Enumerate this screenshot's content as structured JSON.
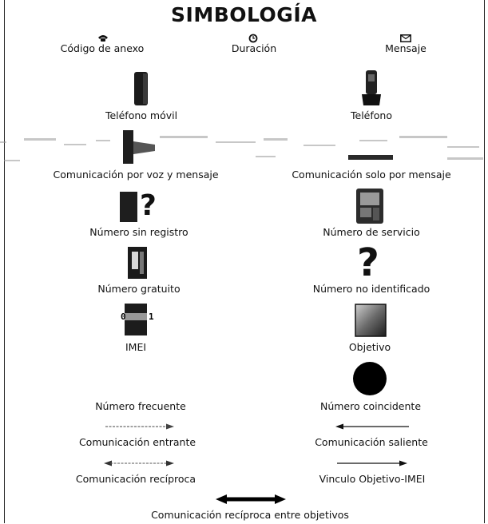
{
  "title": "SIMBOLOGÍA",
  "header_icons": {
    "anexo": {
      "label": "Código de anexo",
      "icon": "phone-receiver-icon"
    },
    "duracion": {
      "label": "Duración",
      "icon": "clock-icon"
    },
    "mensaje": {
      "label": "Mensaje",
      "icon": "envelope-icon"
    }
  },
  "items": {
    "telefono_movil": "Teléfono móvil",
    "telefono": "Teléfono",
    "voz_y_mensaje": "Comunicación por voz y mensaje",
    "solo_mensaje": "Comunicación solo por mensaje",
    "sin_registro": "Número sin registro",
    "de_servicio": "Número de servicio",
    "gratuito": "Número gratuito",
    "no_identificado": "Número no identificado",
    "imei": "IMEI",
    "objetivo": "Objetivo",
    "frecuente": "Número frecuente",
    "coincidente": "Número coincidente",
    "entrante": "Comunicación entrante",
    "saliente": "Comunicación saliente",
    "reciproca": "Comunicación recíproca",
    "vinculo": "Vinculo Objetivo-IMEI",
    "entre_objetivos": "Comunicación recíproca entre objetivos"
  },
  "imei_digits": "0",
  "question_mark": "?"
}
